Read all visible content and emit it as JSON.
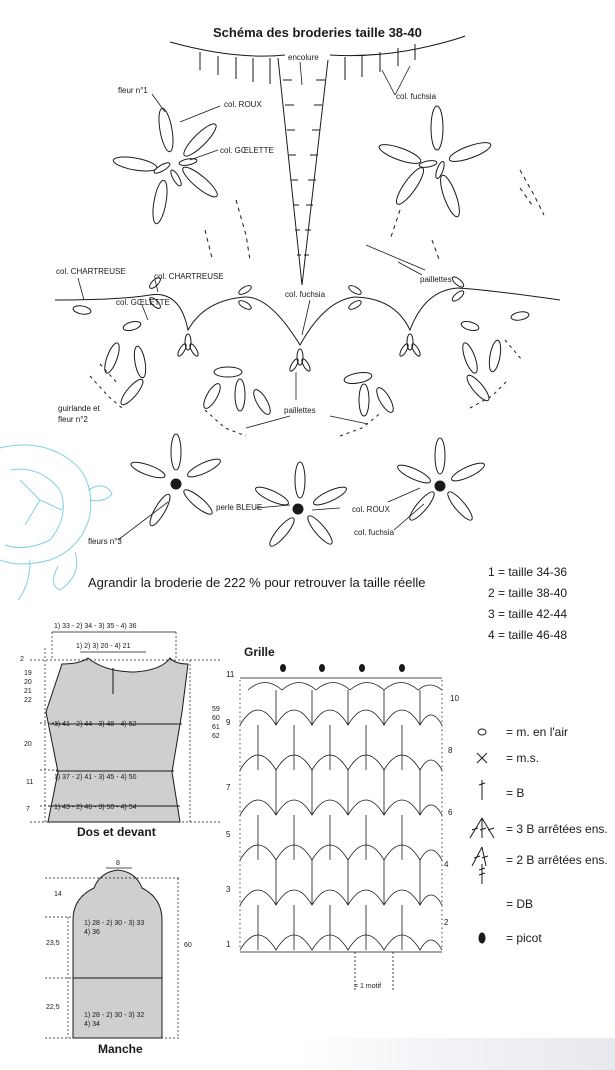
{
  "embroidery": {
    "title": "Schéma des broderies taille 38-40",
    "labels": {
      "encolure": "encolure",
      "fuchsia_top": "col. fuchsia",
      "fleur1": "fleur n°1",
      "roux_top": "col. ROUX",
      "goelette_top": "col. GŒLETTE",
      "paillettes_right": "paillettes",
      "chartreuse_left": "col. CHARTREUSE",
      "chartreuse_mid": "col. CHARTREUSE",
      "goelette_mid": "col. GŒLETTE",
      "fuchsia_mid": "col. fuchsia",
      "guirlande": "guirlande et",
      "fleur2": "fleur n°2",
      "paillettes_mid": "paillettes",
      "perle": "perle BLEUE",
      "roux_bottom": "col. ROUX",
      "fuchsia_bottom": "col. fuchsia",
      "fleur3": "fleurs n°3"
    },
    "note": "Agrandir la broderie de 222 % pour retrouver la taille réelle"
  },
  "sizes": [
    "1 = taille 34-36",
    "2 = taille 38-40",
    "3 = taille 42-44",
    "4 = taille 46-48"
  ],
  "body_schematic": {
    "title": "Dos et devant",
    "top_width": "1) 33 - 2) 34 - 3) 35 - 4) 36",
    "neck_width": "1) 2) 3) 20 - 4) 21",
    "bust": "1) 41 - 2) 44 - 3) 48 - 4) 52",
    "waist": "1) 37 - 2) 41 - 3) 45 - 4) 50",
    "hip": "1) 43 - 2) 46 - 3) 50 - 4) 54",
    "left_dims": [
      "2",
      "19",
      "20",
      "21",
      "22",
      "20",
      "11",
      "7"
    ],
    "right_dims": [
      "59",
      "60",
      "61",
      "62"
    ]
  },
  "sleeve_schematic": {
    "title": "Manche",
    "cap_width": "8",
    "cap_height": "14",
    "upper_width_a": "1) 28 - 2) 30 - 3) 33",
    "upper_width_b": "4) 36",
    "lower_width_a": "1) 28 - 2) 30 - 3) 32",
    "lower_width_b": "4) 34",
    "upper_len": "23,5",
    "lower_len": "22,5",
    "total_len": "60"
  },
  "grid": {
    "title": "Grille",
    "motif": "= 1 motif",
    "left_rows": [
      "11",
      "9",
      "7",
      "5",
      "3",
      "1"
    ],
    "right_rows": [
      "10",
      "8",
      "6",
      "4",
      "2"
    ]
  },
  "legend": [
    {
      "text": "= m. en l'air",
      "icon": "oval-chain-icon"
    },
    {
      "text": "= m.s.",
      "icon": "cross-stitch-icon"
    },
    {
      "text": "= B",
      "icon": "treble-icon"
    },
    {
      "text": "= 3 B arrêtées ens.",
      "icon": "three-treble-cluster-icon"
    },
    {
      "text": "= 2 B arrêtées ens.",
      "icon": "two-treble-cluster-icon"
    },
    {
      "text": "= DB",
      "icon": "double-treble-icon"
    },
    {
      "text": "= picot",
      "icon": "picot-icon"
    }
  ],
  "colors": {
    "ink": "#1a1a1a",
    "fill_gray": "#cfcfcf",
    "turtle": "#7fd0e6",
    "bead": "#1a1a1a"
  }
}
